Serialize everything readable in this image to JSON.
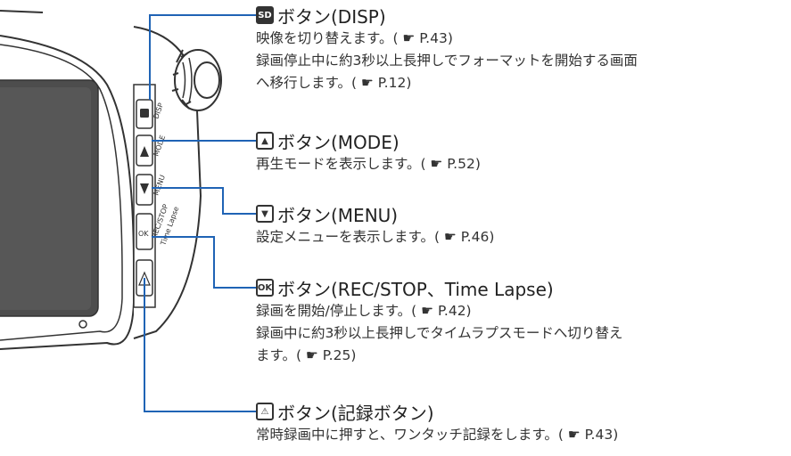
{
  "device": {
    "labels": {
      "disp": "DISP",
      "mode": "MODE",
      "menu": "MENU",
      "rec": "REC/STOP",
      "lapse": "Time Lapse",
      "sd_key": "SD",
      "ok_key": "OK"
    }
  },
  "callouts": [
    {
      "key_icon": "sd-key",
      "key_text": "SD",
      "title": "ボタン(DISP)",
      "lines": [
        "映像を切り替えます。( ☛ P.43)",
        "録画停止中に約3秒以上長押しでフォーマットを開始する画面",
        "へ移行します。( ☛ P.12)"
      ]
    },
    {
      "key_icon": "up-triangle-key",
      "key_text": "▲",
      "title": "ボタン(MODE)",
      "lines": [
        "再生モードを表示します。( ☛ P.52)"
      ]
    },
    {
      "key_icon": "down-triangle-key",
      "key_text": "▼",
      "title": "ボタン(MENU)",
      "lines": [
        "設定メニューを表示します。( ☛ P.46)"
      ]
    },
    {
      "key_icon": "ok-key",
      "key_text": "OK",
      "title": "ボタン(REC/STOP、Time Lapse)",
      "lines": [
        "録画を開始/停止します。( ☛ P.42)",
        "録画中に約3秒以上長押しでタイムラプスモードへ切り替え",
        "ます。( ☛ P.25)"
      ]
    },
    {
      "key_icon": "warning-key",
      "key_text": "⚠",
      "title": "ボタン(記録ボタン)",
      "lines": [
        "常時録画中に押すと、ワンタッチ記録をします。( ☛ P.43)"
      ]
    }
  ],
  "colors": {
    "leader": "#1f63b5",
    "text": "#333333"
  }
}
